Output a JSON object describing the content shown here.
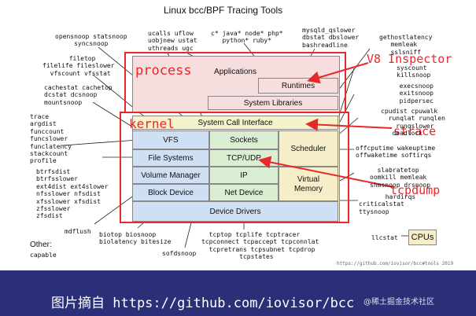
{
  "title": "Linux bcc/BPF Tracing Tools",
  "layers": {
    "applications": "Applications",
    "runtimes": "Runtimes",
    "system_libraries": "System Libraries",
    "system_call_interface": "System Call Interface",
    "vfs": "VFS",
    "sockets": "Sockets",
    "scheduler": "Scheduler",
    "file_systems": "File Systems",
    "tcp_udp": "TCP/UDP",
    "volume_manager": "Volume Manager",
    "ip": "IP",
    "virtual_memory_1": "Virtual",
    "virtual_memory_2": "Memory",
    "block_device": "Block Device",
    "net_device": "Net Device",
    "device_drivers": "Device Drivers",
    "cpus": "CPUs"
  },
  "annotations": {
    "process": "process",
    "kernel": "kernel",
    "v8_inspector": "V8 Inspector",
    "strace": "strace",
    "tcpdump": "tcpdump"
  },
  "tools": {
    "opensnoop": "opensnoop statsnoop\n     syncsnoop",
    "ucalls": "ucalls uflow\nuobjnew ustat\nuthreads ugc",
    "langs": "c* java* node* php*\n   python* ruby*",
    "mysqld": "mysqld_qslower\ndbstat dbslower\nbashreadline",
    "gethost": "gethostlatency\n   memleak\n   sslsniff",
    "filetop": "       filetop\nfilelife fileslower\n  vfscount vfsstat",
    "cachestat": "cachestat cachetop\ndcstat dcsnoop\nmountsnoop",
    "trace": "trace\nargdist\nfunccount\nfuncslower\nfunclatency\nstackcount\nprofile",
    "btrfs": "btrfsdist\nbtrfsslower\next4dist ext4slower\nnfsslower nfsdist\nxfsslower xfsdist\nzfsslower\nzfsdist",
    "mdflush": "mdflush",
    "other_label": "Other:",
    "other_value": "capable",
    "biotop": "biotop biosnoop\nbiolatency bitesize",
    "sofdsnoop": "sofdsnoop",
    "tcptop": "  tcptop tcplife tcptracer\ntcpconnect tcpaccept tcpconnlat\n  tcpretrans tcpsubnet tcpdrop\n          tcpstates",
    "syscount": "syscount\nkillsnoop",
    "execsnoop": "  execsnoop\n  exitsnoop\n  pidpersec",
    "cpudist": "cpudist cpuwalk\n  runqlat runqlen\n    runqslower\n   deadlock",
    "offcputime": "offcputime wakeuptime\noffwaketime softirqs",
    "slabratetop": "  slabratetop\noomkill memleak\nshmsnoop drsnoop",
    "hardirqs": "       hardirqs\ncriticalstat\nttysnoop",
    "llcstat": "llcstat"
  },
  "credit": "https://github.com/iovisor/bcc#tools 2019",
  "footer": {
    "text": "图片摘自 https://github.com/iovisor/bcc",
    "watermark": "@稀土掘金技术社区"
  },
  "colors": {
    "red_annotation": "#e8282b",
    "footer_bg": "#2a2f77",
    "app_layer": "#f6dede",
    "kernel_yellow": "#f4f3cc",
    "vfs_blue": "#cfe0f4",
    "net_green": "#daeed2",
    "sched_yellow": "#f5eec9",
    "device_blue": "#cfe0f4"
  }
}
